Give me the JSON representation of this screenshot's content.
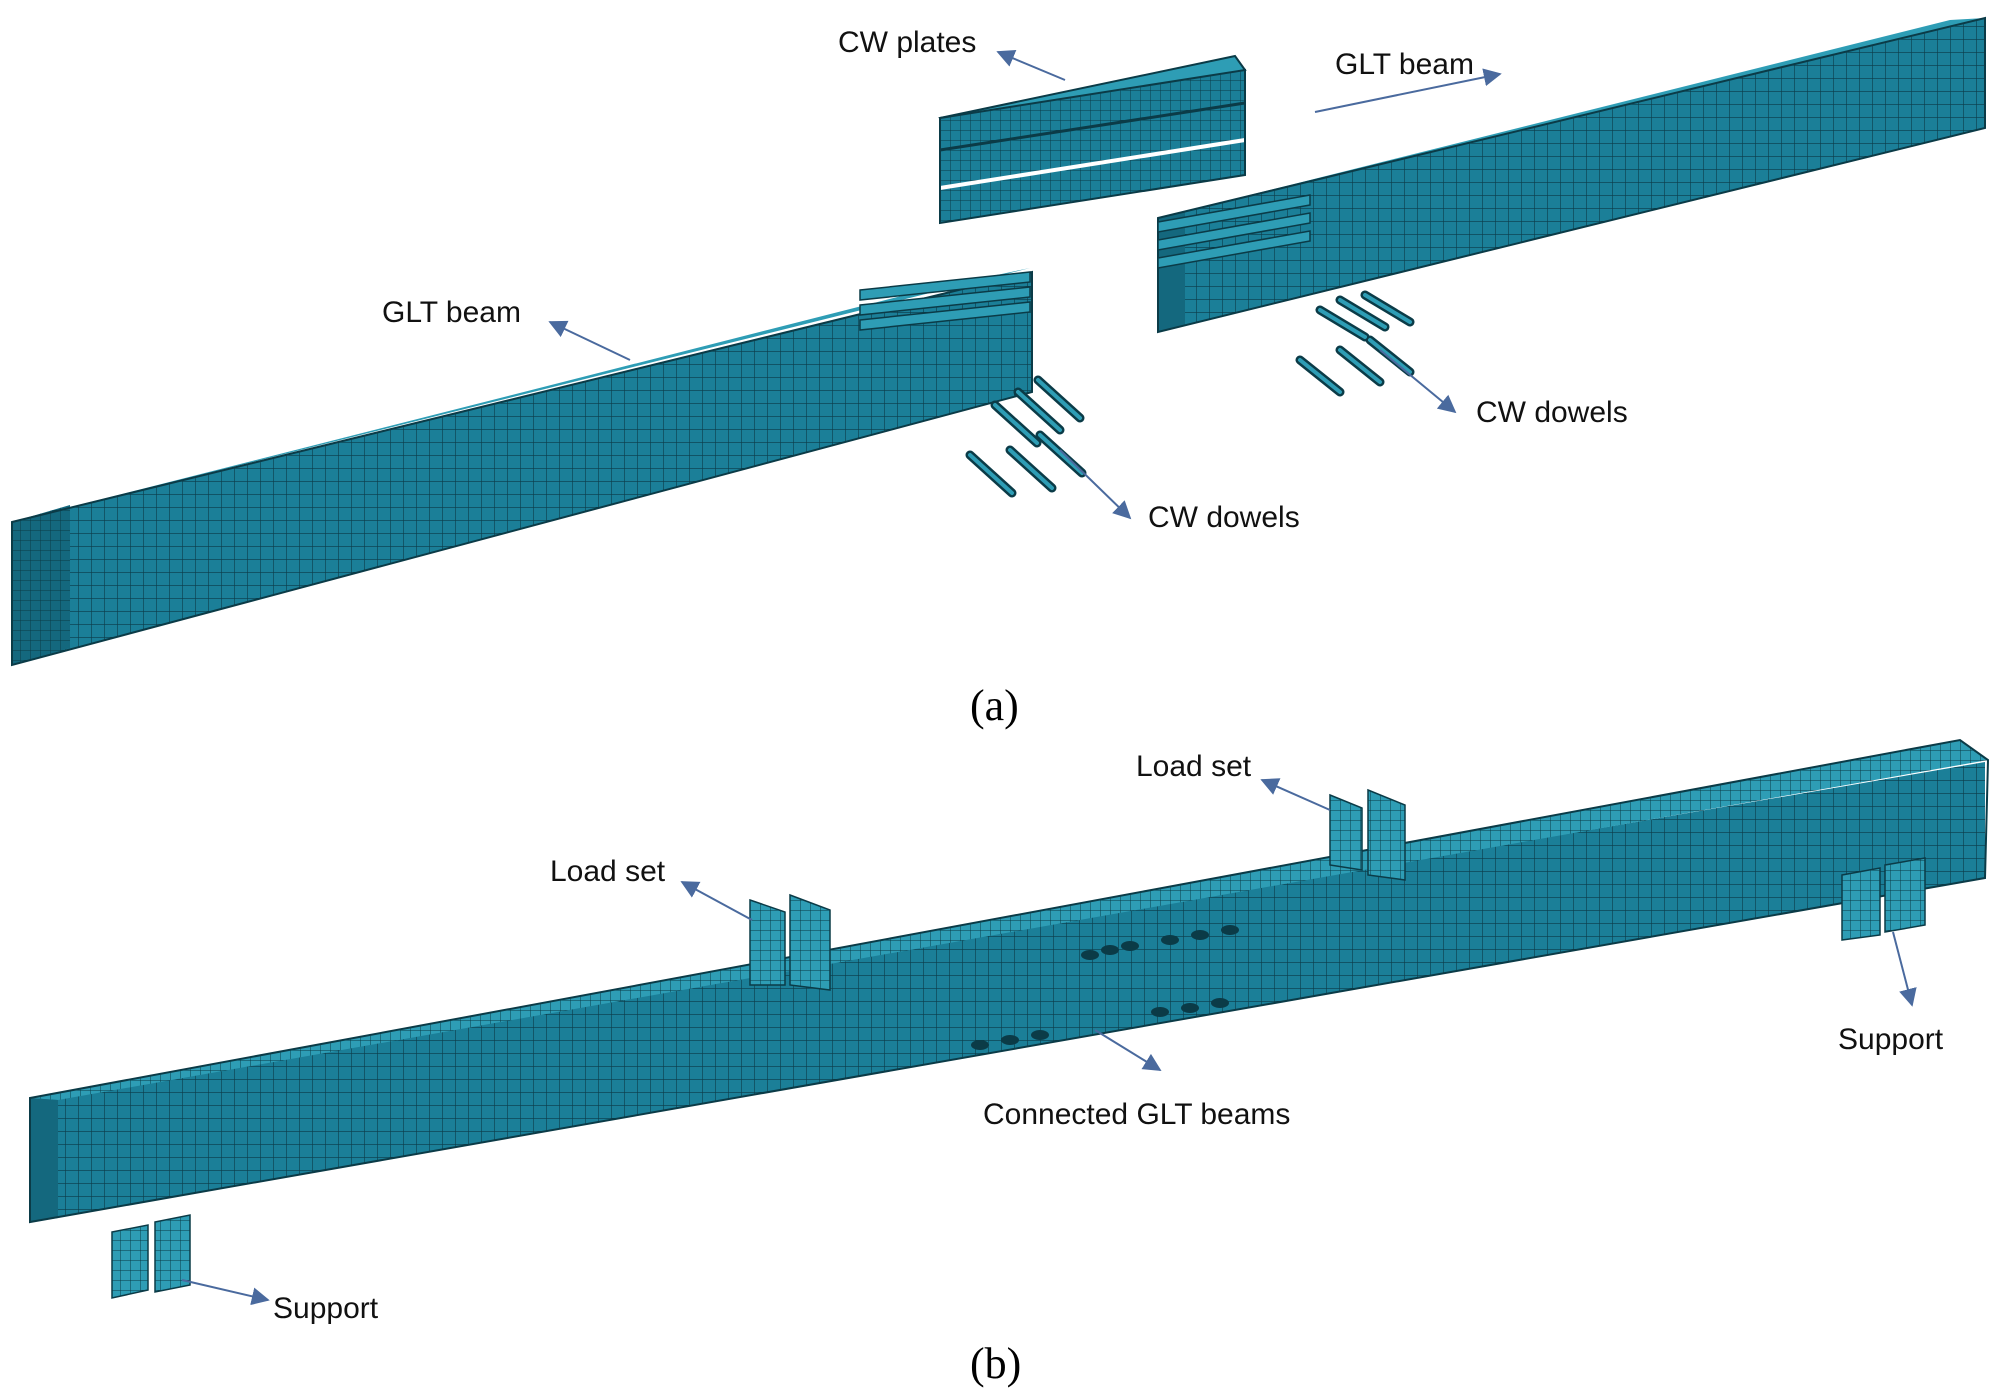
{
  "panel_a": {
    "caption": "(a)",
    "labels": {
      "cw_plates": "CW plates",
      "glt_beam_right": "GLT beam",
      "glt_beam_left": "GLT beam",
      "cw_dowels_right": "CW dowels",
      "cw_dowels_left": "CW dowels"
    }
  },
  "panel_b": {
    "caption": "(b)",
    "labels": {
      "load_set_right": "Load set",
      "load_set_left": "Load set",
      "support_right": "Support",
      "support_left": "Support",
      "connected_beams": "Connected GLT beams"
    }
  },
  "colors": {
    "mesh_top": "#2e9db5",
    "mesh_front": "#1b7f98",
    "mesh_side": "#14687e",
    "mesh_line": "#0b3b47",
    "arrow": "#4a6a9e"
  }
}
